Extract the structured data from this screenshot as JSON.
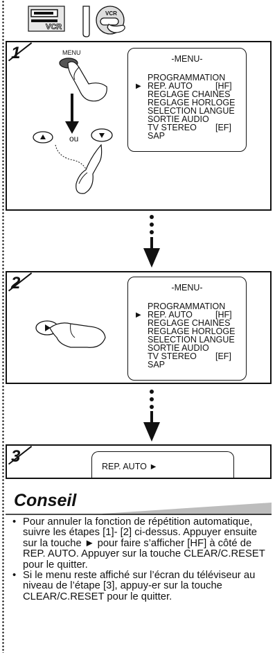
{
  "header": {
    "vcr_icon_label": "VCR",
    "remote_badge_label": "VCR"
  },
  "step1": {
    "number": "1",
    "button_label": "MENU",
    "or_label": "ou",
    "menu": {
      "title": "-MENU-",
      "items": [
        {
          "label": "PROGRAMMATION",
          "value": ""
        },
        {
          "label": "REP. AUTO",
          "value": "[HF]"
        },
        {
          "label": "REGLAGE CHAINES",
          "value": ""
        },
        {
          "label": "REGLAGE HORLOGE",
          "value": ""
        },
        {
          "label": "SELECTION LANGUE",
          "value": ""
        },
        {
          "label": "SORTIE AUDIO",
          "value": ""
        },
        {
          "label": "TV STEREO",
          "value": "[EF]"
        },
        {
          "label": "SAP",
          "value": ""
        }
      ]
    }
  },
  "step2": {
    "number": "2",
    "menu": {
      "title": "-MENU-",
      "items": [
        {
          "label": "PROGRAMMATION",
          "value": ""
        },
        {
          "label": "REP. AUTO",
          "value": "[HF]"
        },
        {
          "label": "REGLAGE CHAINES",
          "value": ""
        },
        {
          "label": "REGLAGE HORLOGE",
          "value": ""
        },
        {
          "label": "SELECTION LANGUE",
          "value": ""
        },
        {
          "label": "SORTIE AUDIO",
          "value": ""
        },
        {
          "label": "TV STEREO",
          "value": "[EF]"
        },
        {
          "label": "SAP",
          "value": ""
        }
      ]
    }
  },
  "step3": {
    "number": "3",
    "screen_text": "REP. AUTO ►"
  },
  "conseil": {
    "title": "Conseil",
    "tips": [
      "Pour annuler la fonction de répétition automatique, suivre les étapes [1]- [2] ci-dessus. Appuyer ensuite sur la touche ► pour faire s’afficher [HF] à côté de REP. AUTO. Appuyer sur la touche CLEAR/C.RESET pour le quitter.",
      "Si le menu reste affiché sur l’écran du téléviseur au niveau de l’étape [3], appuy-er sur la touche CLEAR/C.RESET pour le quitter."
    ]
  }
}
